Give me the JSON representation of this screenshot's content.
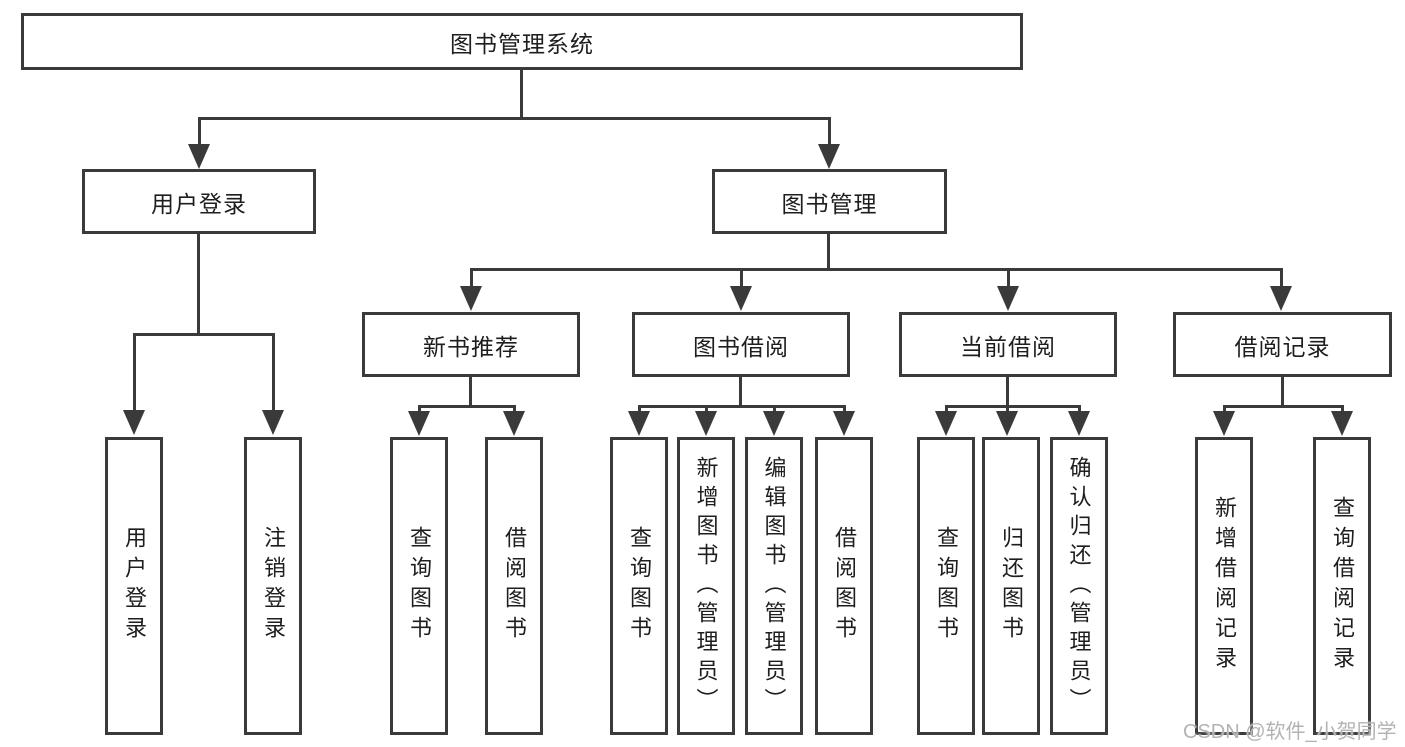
{
  "diagram": {
    "type": "tree",
    "title": "图书管理系统",
    "root": {
      "label": "图书管理系统"
    },
    "level2": [
      {
        "id": "user-login",
        "label": "用户登录"
      },
      {
        "id": "book-management",
        "label": "图书管理"
      }
    ],
    "level3": [
      {
        "id": "new-book-recommend",
        "label": "新书推荐",
        "parent": "图书管理"
      },
      {
        "id": "book-borrowing",
        "label": "图书借阅",
        "parent": "图书管理"
      },
      {
        "id": "current-borrowing",
        "label": "当前借阅",
        "parent": "图书管理"
      },
      {
        "id": "borrowing-records",
        "label": "借阅记录",
        "parent": "图书管理"
      }
    ],
    "leaves": [
      {
        "id": "leaf-user-login",
        "label": "用户登录",
        "parent": "用户登录"
      },
      {
        "id": "leaf-logout",
        "label": "注销登录",
        "parent": "用户登录"
      },
      {
        "id": "leaf-query-books-1",
        "label": "查询图书",
        "parent": "新书推荐"
      },
      {
        "id": "leaf-borrow-books-1",
        "label": "借阅图书",
        "parent": "新书推荐"
      },
      {
        "id": "leaf-query-books-2",
        "label": "查询图书",
        "parent": "图书借阅"
      },
      {
        "id": "leaf-add-books",
        "label": "新增图书（管理员）",
        "parent": "图书借阅"
      },
      {
        "id": "leaf-edit-books",
        "label": "编辑图书（管理员）",
        "parent": "图书借阅"
      },
      {
        "id": "leaf-borrow-books-2",
        "label": "借阅图书",
        "parent": "图书借阅"
      },
      {
        "id": "leaf-query-books-3",
        "label": "查询图书",
        "parent": "当前借阅"
      },
      {
        "id": "leaf-return-books",
        "label": "归还图书",
        "parent": "当前借阅"
      },
      {
        "id": "leaf-confirm-return",
        "label": "确认归还（管理员）",
        "parent": "当前借阅"
      },
      {
        "id": "leaf-add-borrow-record",
        "label": "新增借阅记录",
        "parent": "借阅记录"
      },
      {
        "id": "leaf-query-borrow-record",
        "label": "查询借阅记录",
        "parent": "借阅记录"
      }
    ],
    "watermark": "CSDN @软件_小贺同学",
    "colors": {
      "line": "#3a3a3a",
      "text": "#1e1e1e",
      "background": "#ffffff",
      "watermark": "#b3b3b3"
    }
  }
}
